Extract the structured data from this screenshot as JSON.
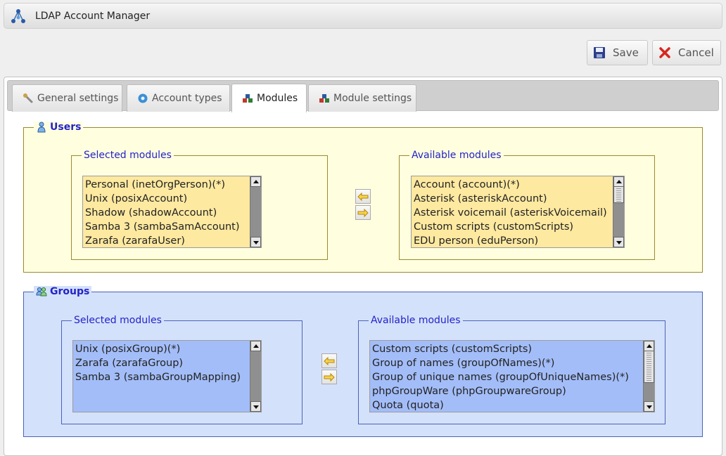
{
  "app": {
    "title": "LDAP Account Manager",
    "logo_icon": "ldap-network-icon"
  },
  "toolbar": {
    "save_label": "Save",
    "save_icon": "floppy-disk-icon",
    "cancel_label": "Cancel",
    "cancel_icon": "red-x-icon"
  },
  "tabs": [
    {
      "label": "General settings",
      "icon": "wrench-icon",
      "active": false
    },
    {
      "label": "Account types",
      "icon": "gear-icon",
      "active": false
    },
    {
      "label": "Modules",
      "icon": "modules-icon",
      "active": true
    },
    {
      "label": "Module settings",
      "icon": "modules-icon",
      "active": false
    }
  ],
  "users": {
    "title": "Users",
    "icon": "user-icon",
    "selected": {
      "label": "Selected modules",
      "items": [
        "Personal (inetOrgPerson)(*)",
        "Unix (posixAccount)",
        "Shadow (shadowAccount)",
        "Samba 3 (sambaSamAccount)",
        "Zarafa (zarafaUser)"
      ]
    },
    "available": {
      "label": "Available modules",
      "items": [
        "Account (account)(*)",
        "Asterisk (asteriskAccount)",
        "Asterisk voicemail (asteriskVoicemail)",
        "Custom scripts (customScripts)",
        "EDU person (eduPerson)"
      ]
    }
  },
  "groups": {
    "title": "Groups",
    "icon": "group-icon",
    "selected": {
      "label": "Selected modules",
      "items": [
        "Unix (posixGroup)(*)",
        "Zarafa (zarafaGroup)",
        "Samba 3 (sambaGroupMapping)"
      ]
    },
    "available": {
      "label": "Available modules",
      "items": [
        "Custom scripts (customScripts)",
        "Group of names (groupOfNames)(*)",
        "Group of unique names (groupOfUniqueNames)(*)",
        "phpGroupWare (phpGroupwareGroup)",
        "Quota (quota)"
      ]
    }
  },
  "colors": {
    "users_bg": "#ffffe0",
    "users_list": "#fde9a0",
    "groups_bg": "#d4e1fb",
    "groups_list": "#a3bdf8",
    "legend_text": "#2323c8"
  }
}
